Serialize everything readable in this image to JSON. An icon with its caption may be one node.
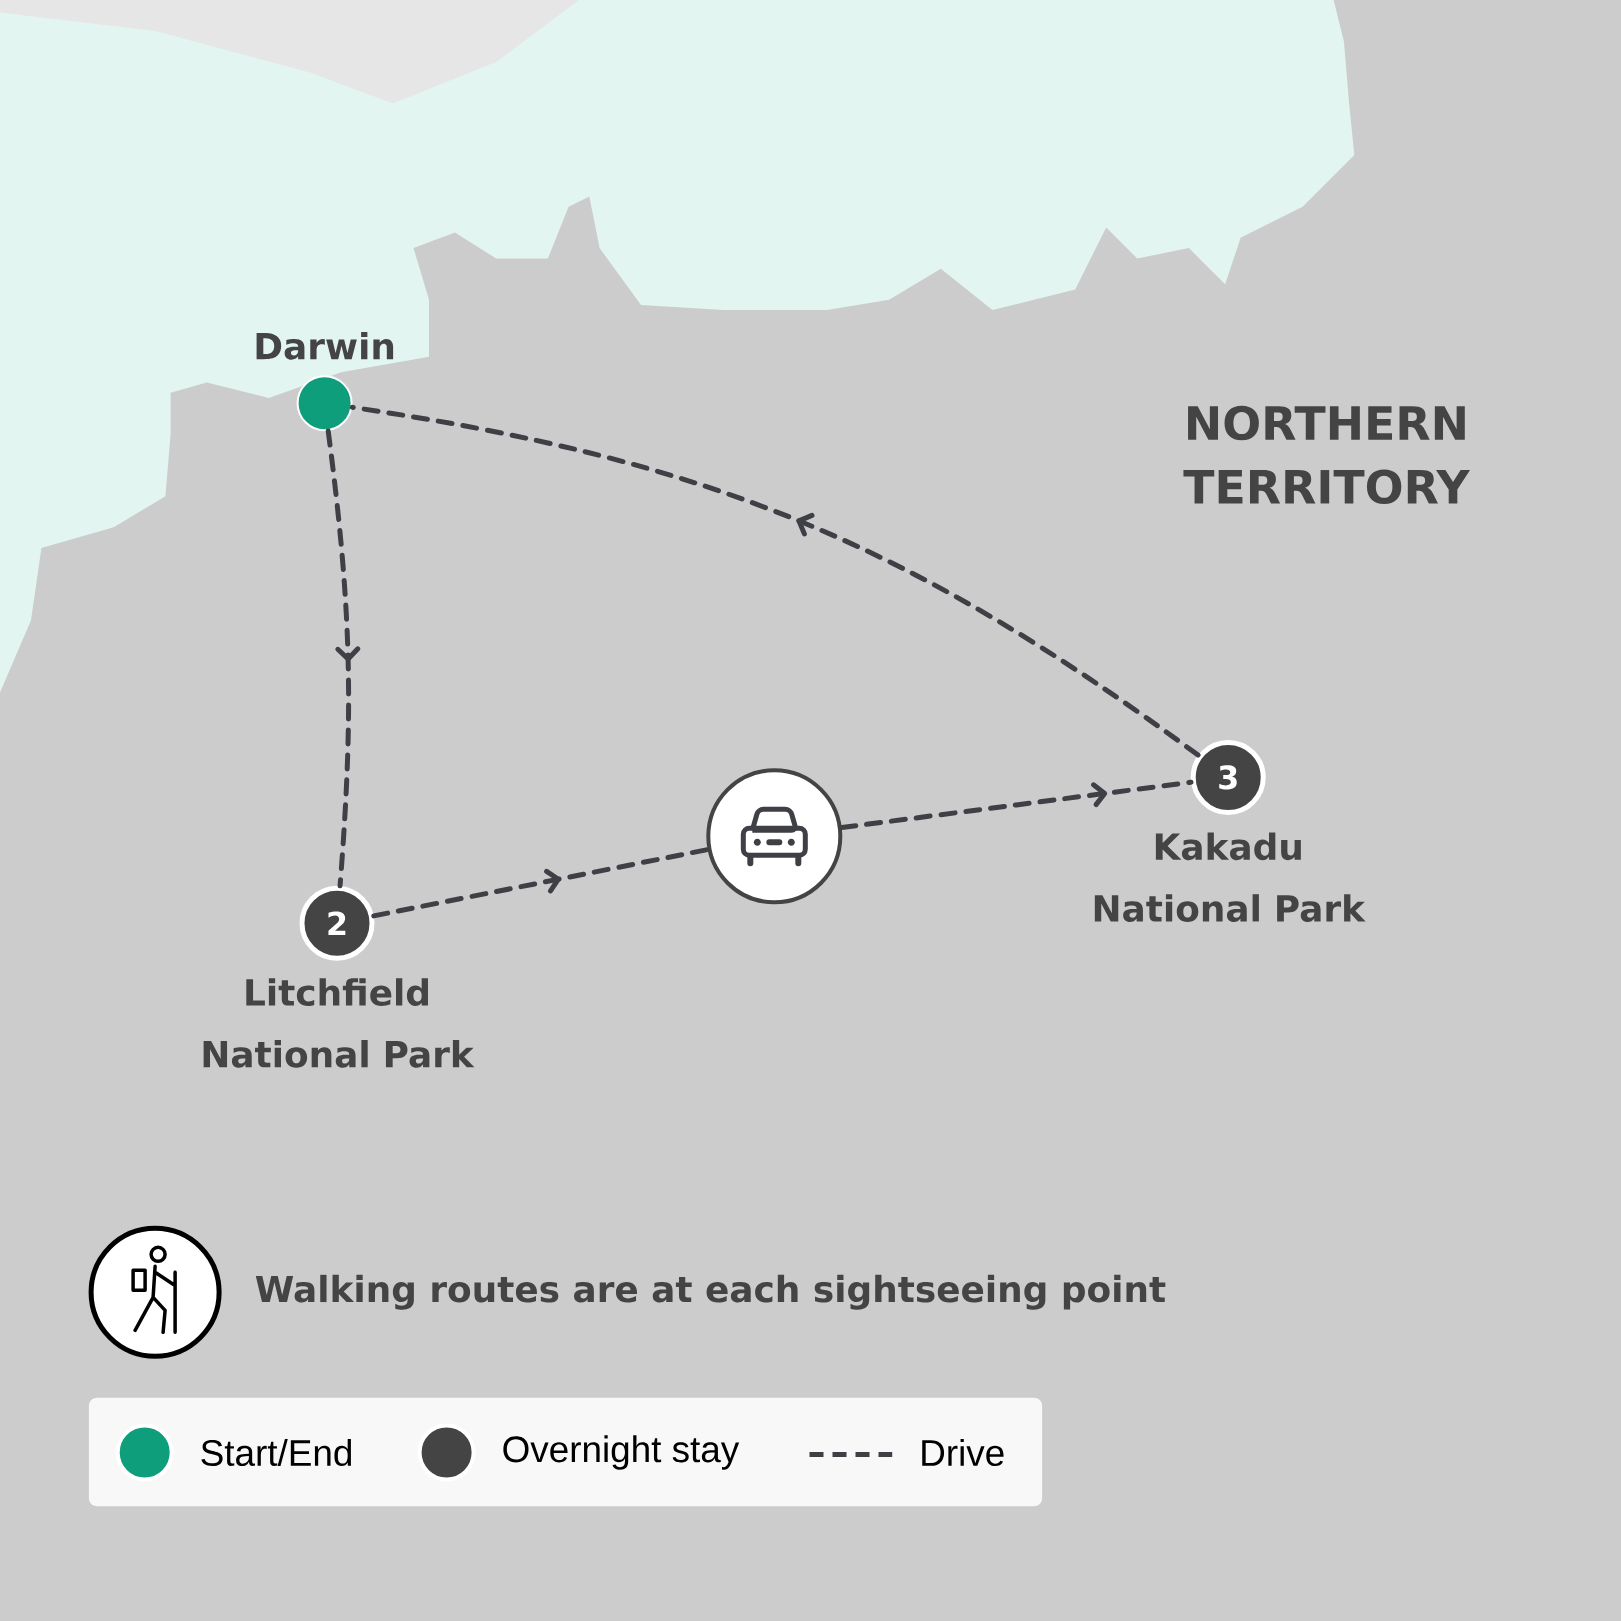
{
  "diagram": {
    "nodes": [
      {
        "text": [
          "Darwin"
        ]
      },
      {
        "text": [
          "2"
        ],
        "beside": [
          "Litchfield National Park"
        ]
      },
      {
        "text": [],
        "shape": "circle"
      },
      {
        "text": [
          "3"
        ],
        "beside": [
          "Kakadu National Park"
        ]
      }
    ],
    "edges": [
      {
        "from": 0,
        "to": 1,
        "arrow": "to",
        "style": "dashed"
      },
      {
        "from": 1,
        "to": 2,
        "arrow": "to",
        "style": "dashed"
      },
      {
        "from": 2,
        "to": 3,
        "arrow": "to",
        "style": "dashed"
      },
      {
        "from": 3,
        "to": 0,
        "arrow": "to",
        "style": "dashed"
      }
    ],
    "labels": [
      "NORTHERN TERRITORY",
      "Walking routes are at each sightseeing point"
    ],
    "legend": [
      {
        "text": "Start/End",
        "color": "#0e9e7c"
      },
      {
        "text": "Overnight stay",
        "color": "#444444"
      },
      {
        "text": "Drive"
      }
    ]
  }
}
